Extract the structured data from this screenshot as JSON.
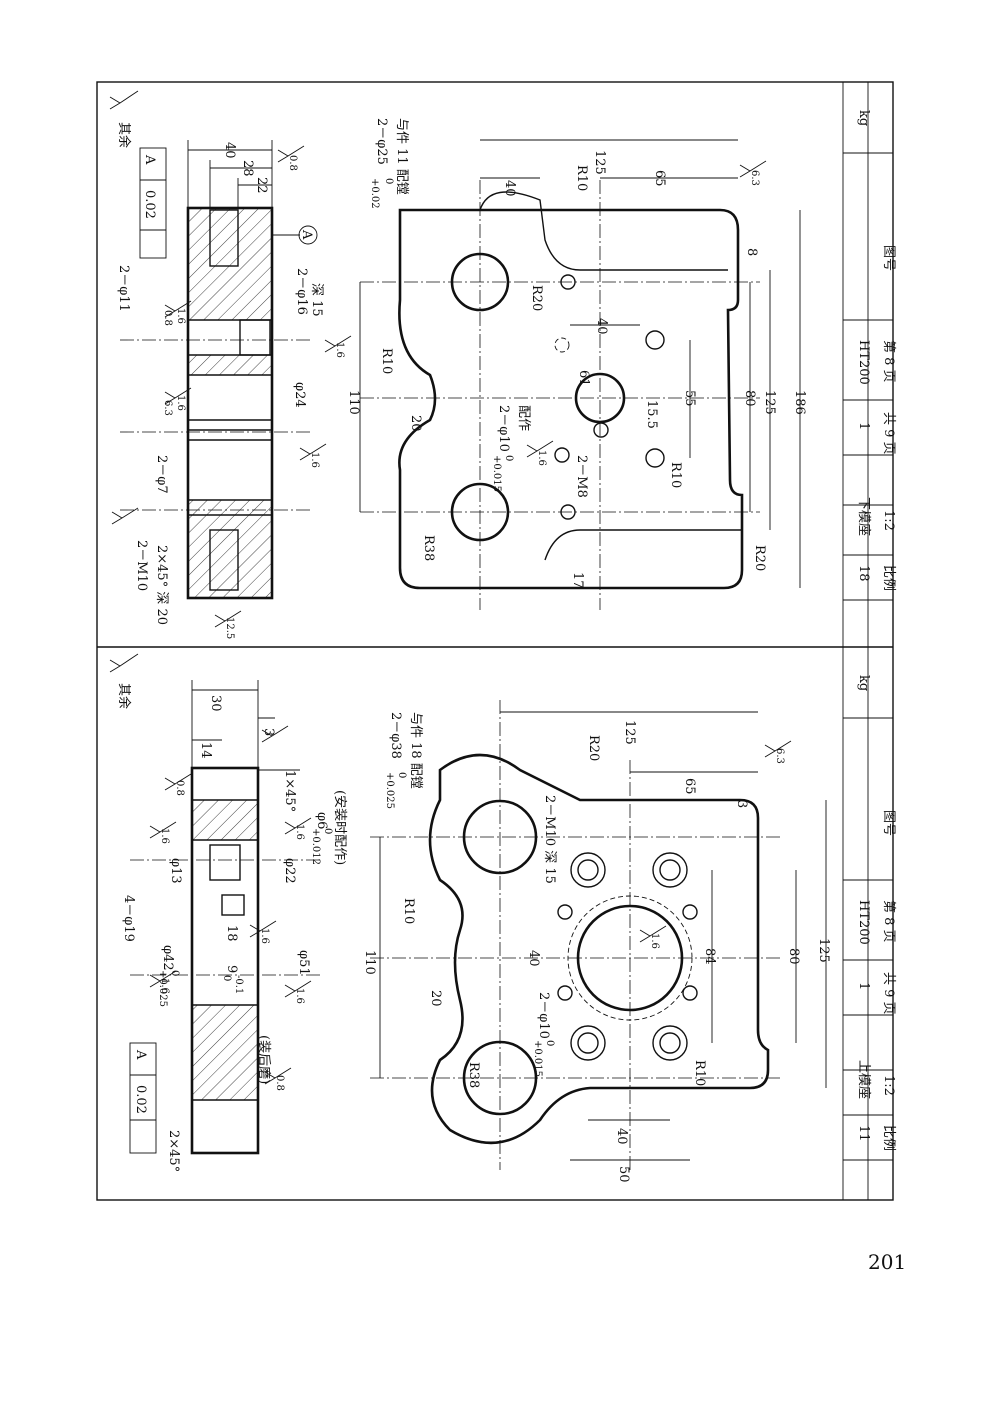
{
  "page": {
    "number": "201"
  },
  "drawing_upper": {
    "title": "下模座",
    "part_no": "18",
    "quantity": "1",
    "material": "HT200",
    "scale_label": "比例",
    "scale": "1:2",
    "sheet_total": "共 9 页",
    "sheet_no": "第 8 页",
    "drawing_no_label": "图号",
    "mass_unit": "kg",
    "finish_note": "其余",
    "flatness": "0.02",
    "datum": "A",
    "notes": {
      "hole_pair_fit": "2－φ25",
      "fit_tol": "+0.02",
      "fit_tol_low": "0",
      "fit_with": "与件 11 配镗",
      "pin_hole": "2－φ10",
      "pin_tol": "+0.015",
      "pin_tol_low": "0",
      "pin_fit": "配作",
      "m8": "2－M8",
      "m10": "2－M10",
      "chamfer": "2×45° 深 20",
      "phi11": "2－φ11",
      "phi16": "2－φ16",
      "depth15": "深 15",
      "phi7": "2－φ7",
      "phi24": "φ24"
    },
    "dims": {
      "d40": "40",
      "d28": "28",
      "d22": "22",
      "d125": "125",
      "d65": "65",
      "d40b": "40",
      "d110": "110",
      "d20": "20",
      "d61": "61",
      "d40c": "40",
      "d15_5": "15.5",
      "d55": "55",
      "d80": "80",
      "d125b": "125",
      "d186": "186",
      "d8": "8",
      "d17": "17",
      "r10a": "R10",
      "r10b": "R10",
      "r10c": "R10",
      "r20a": "R20",
      "r20b": "R20",
      "r38": "R38"
    },
    "roughness": [
      "0.8",
      "6.3",
      "1.6",
      "1.6",
      "1.6",
      "12.5",
      "6.3",
      "0.8",
      "1.6",
      "1.6"
    ]
  },
  "drawing_lower": {
    "title": "上模座",
    "part_no": "11",
    "quantity": "1",
    "material": "HT200",
    "scale_label": "比例",
    "scale": "1:2",
    "sheet_total": "共 9 页",
    "sheet_no": "第 8 页",
    "drawing_no_label": "图号",
    "mass_unit": "kg",
    "finish_note": "其余",
    "flatness": "0.02",
    "datum": "A",
    "notes": {
      "hole_pair_fit": "2－φ38",
      "fit_tol": "+0.025",
      "fit_tol_low": "0",
      "fit_with": "与件 18 配镗",
      "m10": "2－M10 深 15",
      "pin_hole": "2－φ10",
      "pin_tol": "+0.015",
      "pin_tol_low": "0",
      "phi19": "4－φ19",
      "phi13": "φ13",
      "phi42": "φ42",
      "phi42_tol": "+0.025",
      "phi42_tol_low": "0",
      "phi22": "φ22",
      "phi6": "φ6",
      "phi6_tol": "+0.012",
      "phi6_tol_low": "0",
      "phi6_note": "(安装时配作)",
      "phi51": "φ51",
      "chamfer1": "1×45°",
      "chamfer2": "2×45°",
      "after_assy": "(装后磨)",
      "d9": "9",
      "d9_tol": "0",
      "d9_tol_low": "-0.1"
    },
    "dims": {
      "d30": "30",
      "d14": "14",
      "d3a": "3",
      "d18": "18",
      "d125": "125",
      "d65": "65",
      "d3b": "3",
      "d110": "110",
      "d20": "20",
      "d40": "40",
      "d84": "84",
      "d80": "80",
      "d125b": "125",
      "d40b": "40",
      "d50": "50",
      "r10a": "R10",
      "r10b": "R10",
      "r20": "R20",
      "r38": "R38"
    },
    "roughness": [
      "0.8",
      "1.6",
      "1.6",
      "1.6",
      "6.3",
      "1.6",
      "1.6",
      "0.8",
      "1.6"
    ]
  }
}
